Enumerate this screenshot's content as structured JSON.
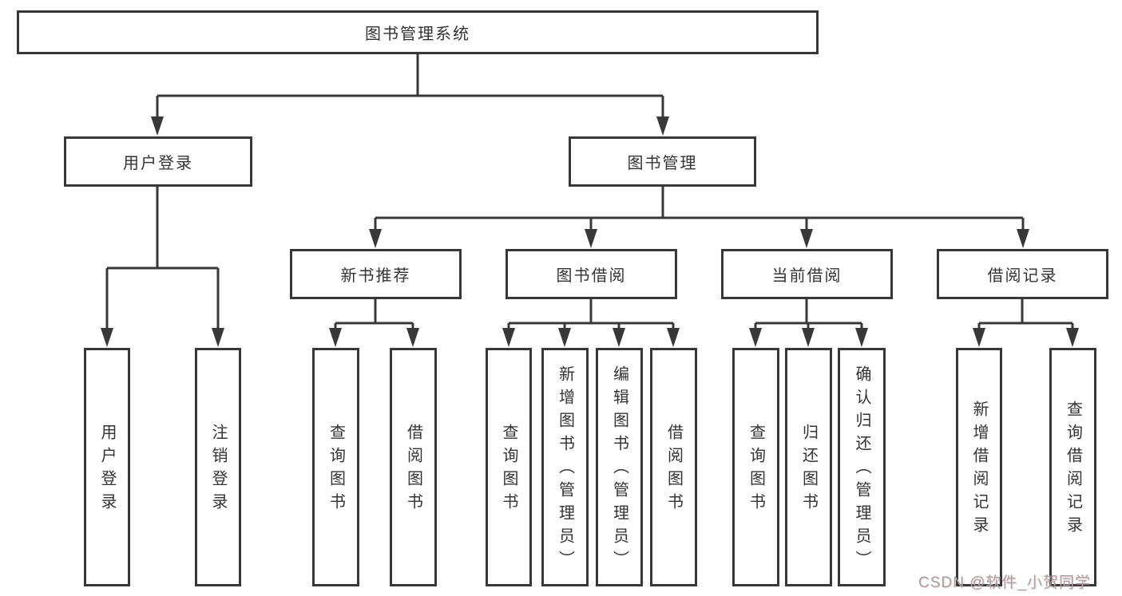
{
  "diagram": {
    "root": {
      "label": "图书管理系统"
    },
    "level2": [
      {
        "label": "用户登录"
      },
      {
        "label": "图书管理"
      }
    ],
    "level3": [
      {
        "label": "新书推荐"
      },
      {
        "label": "图书借阅"
      },
      {
        "label": "当前借阅"
      },
      {
        "label": "借阅记录"
      }
    ],
    "leaves": [
      {
        "label": "用户登录",
        "parent": "用户登录"
      },
      {
        "label": "注销登录",
        "parent": "用户登录"
      },
      {
        "label": "查询图书",
        "parent": "新书推荐"
      },
      {
        "label": "借阅图书",
        "parent": "新书推荐"
      },
      {
        "label": "查询图书",
        "parent": "图书借阅"
      },
      {
        "label": "新增图书（管理员）",
        "parent": "图书借阅"
      },
      {
        "label": "编辑图书（管理员）",
        "parent": "图书借阅"
      },
      {
        "label": "借阅图书",
        "parent": "图书借阅"
      },
      {
        "label": "查询图书",
        "parent": "当前借阅"
      },
      {
        "label": "归还图书",
        "parent": "当前借阅"
      },
      {
        "label": "确认归还（管理员）",
        "parent": "当前借阅"
      },
      {
        "label": "新增借阅记录",
        "parent": "借阅记录"
      },
      {
        "label": "查询借阅记录",
        "parent": "借阅记录"
      }
    ]
  },
  "watermark": {
    "text": "CSDN @软件_小贺同学"
  },
  "colors": {
    "line": "#383838",
    "box_border": "#383838",
    "text": "#333333",
    "background": "#ffffff",
    "watermark": "#a3a3a3"
  }
}
